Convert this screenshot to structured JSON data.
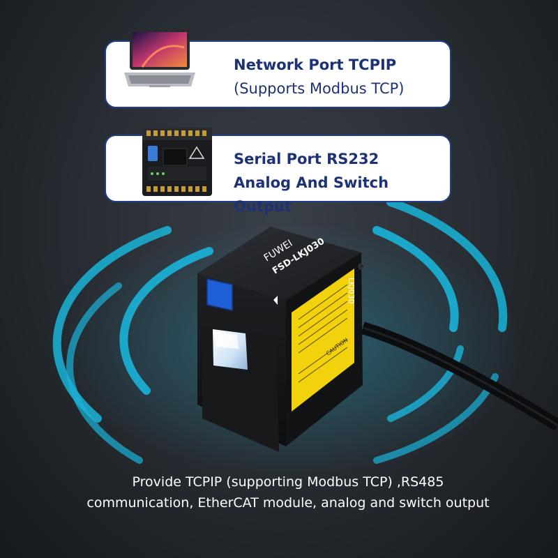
{
  "cards": [
    {
      "line1": "Network Port TCPIP",
      "line2": "(Supports Modbus TCP)",
      "icon": "laptop-icon"
    },
    {
      "line1": "Serial Port RS232",
      "line2": "Analog And Switch Output",
      "icon": "plc-controller-icon"
    }
  ],
  "product": {
    "brand": "FUWEI",
    "model_top": "FSD-LKJ030",
    "model_side": "LKJ030",
    "label_heading": "CAUTION",
    "accent_color": "#1ab4d8",
    "label_color": "#f2d20d"
  },
  "caption": {
    "line1": "Provide TCPIP (supporting Modbus TCP) ,RS485",
    "line2": "communication, EtherCAT module, analog and switch output"
  }
}
